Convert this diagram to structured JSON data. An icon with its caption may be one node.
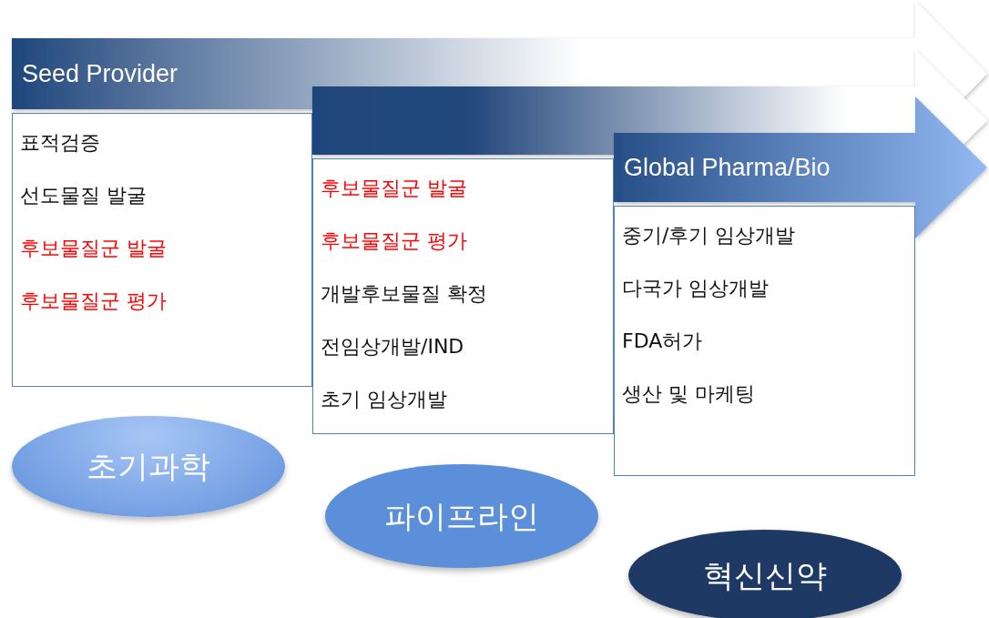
{
  "diagram": {
    "nodes": [
      {
        "text": [
          "Seed Provider",
          "표적검증",
          "선도물질 발굴",
          "후보물질군 발굴",
          "후보물질군 평가"
        ]
      },
      {
        "text": [
          "후보물질군 발굴",
          "후보물질군 평가",
          "개발후보물질 확정",
          "전임상개발/IND",
          "초기 임상개발"
        ]
      },
      {
        "text": [
          "Global Pharma/Bio",
          "중기/후기 임상개발",
          "다국가 임상개발",
          "FDA허가",
          "생산 및 마케팅"
        ]
      },
      {
        "text": [
          "초기과학"
        ]
      },
      {
        "text": [
          "파이프라인"
        ]
      },
      {
        "text": [
          "혁신신약"
        ]
      }
    ]
  }
}
